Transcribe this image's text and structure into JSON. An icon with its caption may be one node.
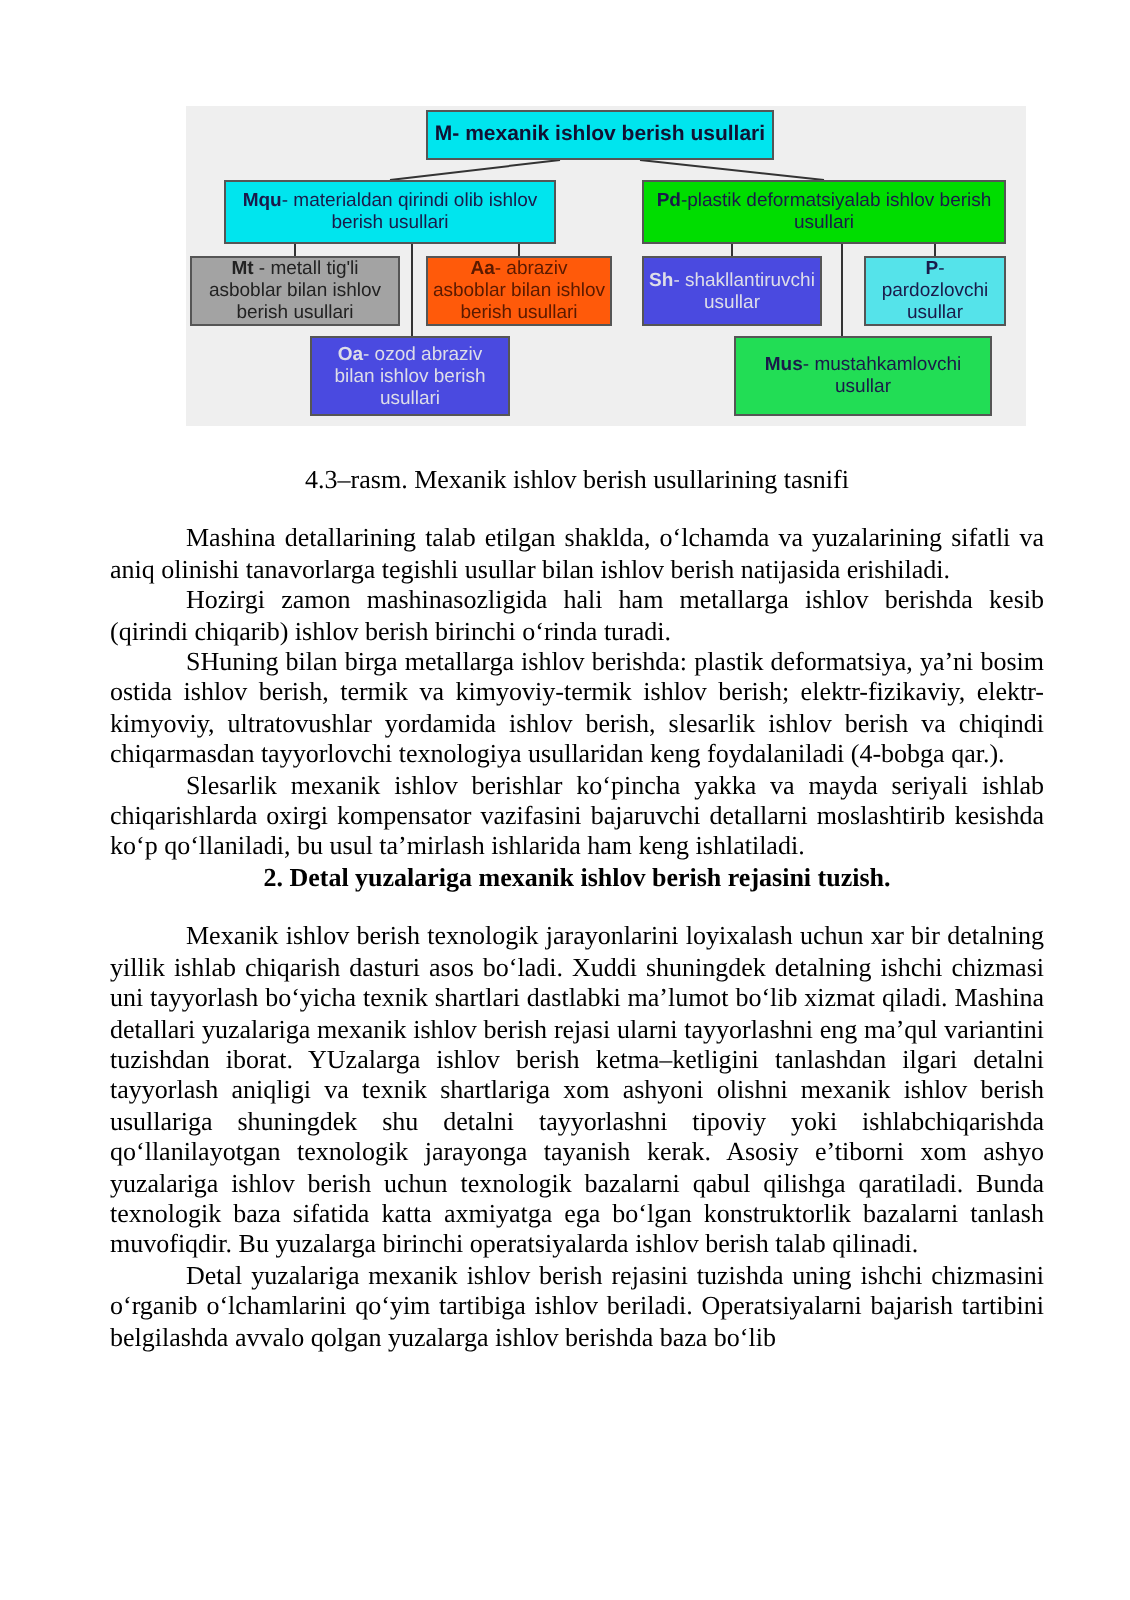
{
  "diagram": {
    "caption": "4.3–rasm. Mexanik ishlov berish usullarining tasnifi",
    "nodes": [
      {
        "text": [
          "M- mexanik ishlov berish usullari"
        ]
      },
      {
        "text": [
          "**Mqu**- materialdan qirindi olib ishlov berish usullari"
        ]
      },
      {
        "text": [
          "**Pd**-plastik deformatsiyalab ishlov berish usullari"
        ]
      },
      {
        "text": [
          "**Mt** - metall tig'li asboblar bilan ishlov berish usullari"
        ]
      },
      {
        "text": [
          "**Aa**- abraziv asboblar bilan ishlov berish usullari"
        ]
      },
      {
        "text": [
          "**Oa**- ozod abraziv bilan ishlov berish usullari"
        ]
      },
      {
        "text": [
          "**Sh**- shakllantiruvchi usullar"
        ]
      },
      {
        "text": [
          "**P**- pardozlovchi usullar"
        ]
      },
      {
        "text": [
          "**Mus**- mustahkamlovchi usullar"
        ]
      }
    ],
    "edges": [
      {
        "from": 0,
        "to": 1,
        "arrow": "none"
      },
      {
        "from": 0,
        "to": 2,
        "arrow": "none"
      },
      {
        "from": 1,
        "to": 3,
        "arrow": "none"
      },
      {
        "from": 1,
        "to": 4,
        "arrow": "none"
      },
      {
        "from": 1,
        "to": 5,
        "arrow": "none"
      },
      {
        "from": 2,
        "to": 6,
        "arrow": "none"
      },
      {
        "from": 2,
        "to": 7,
        "arrow": "none"
      },
      {
        "from": 2,
        "to": 8,
        "arrow": "none"
      }
    ],
    "labels": [
      "Mashina detallarining talab etilgan shaklda, o‘lchamda va yuzalarining sifatli va aniq olinishi tanavorlarga tegishli usullar bilan ishlov berish natijasida erishiladi.",
      "Hozirgi zamon mashinasozligida hali ham metallarga ishlov berishda kesib (qirindi chiqarib) ishlov berish birinchi o‘rinda turadi.",
      "SHuning bilan birga metallarga ishlov berishda: plastik deformatsiya, ya’ni bosim ostida ishlov berish, termik va kimyoviy-termik ishlov berish; elektr-fizikaviy, elektr-kimyoviy, ultratovushlar yordamida ishlov berish, slesarlik ishlov berish va chiqindi chiqarmasdan tayyorlovchi texnologiya usullaridan keng foydalaniladi (4-bobga qar.).",
      "Slesarlik mexanik ishlov berishlar ko‘pincha yakka va mayda seriyali ishlab chiqarishlarda oxirgi kompensator vazifasini bajaruvchi detallarni moslashtirib kesishda ko‘p qo‘llaniladi, bu usul ta’mirlash ishlarida ham keng ishlatiladi.",
      "2. Detal yuzalariga mexanik ishlov berish rejasini tuzish.",
      "Mexanik ishlov berish texnologik jarayonlarini loyixalash uchun xar bir detalning yillik ishlab chiqarish dasturi asos bo‘ladi. Xuddi shuningdek detalning ishchi chizmasi uni tayyorlash bo‘yicha texnik shartlari dastlabki ma’lumot bo‘lib xizmat qiladi. Mashina detallari yuzalariga mexanik ishlov berish rejasi ularni tayyorlashni eng ma’qul variantini tuzishdan iborat. YUzalarga ishlov berish ketma–ketligini tanlashdan ilgari detalni tayyorlash aniqligi va texnik shartlariga xom ashyoni olishni mexanik ishlov berish usullariga shuningdek shu detalni tayyorlashni tipoviy yoki ishlabchiqarishda qo‘llanilayotgan texnologik jarayonga tayanish kerak. Asosiy e’tiborni xom ashyo yuzalariga ishlov berish uchun texnologik bazalarni qabul qilishga qaratiladi. Bunda texnologik baza sifatida katta axmiyatga ega bo‘lgan konstruktorlik bazalarni tanlash muvofiqdir. Bu yuzalarga birinchi operatsiyalarda ishlov berish talab qilinadi.",
      "Detal yuzalariga mexanik ishlov berish rejasini tuzishda uning ishchi chizmasini o‘rganib o‘lchamlarini qo‘yim tartibiga ishlov beriladi. Operatsiyalarni bajarish tartibini belgilashda avvalo qolgan yuzalarga ishlov berishda baza bo‘lib"
    ]
  }
}
